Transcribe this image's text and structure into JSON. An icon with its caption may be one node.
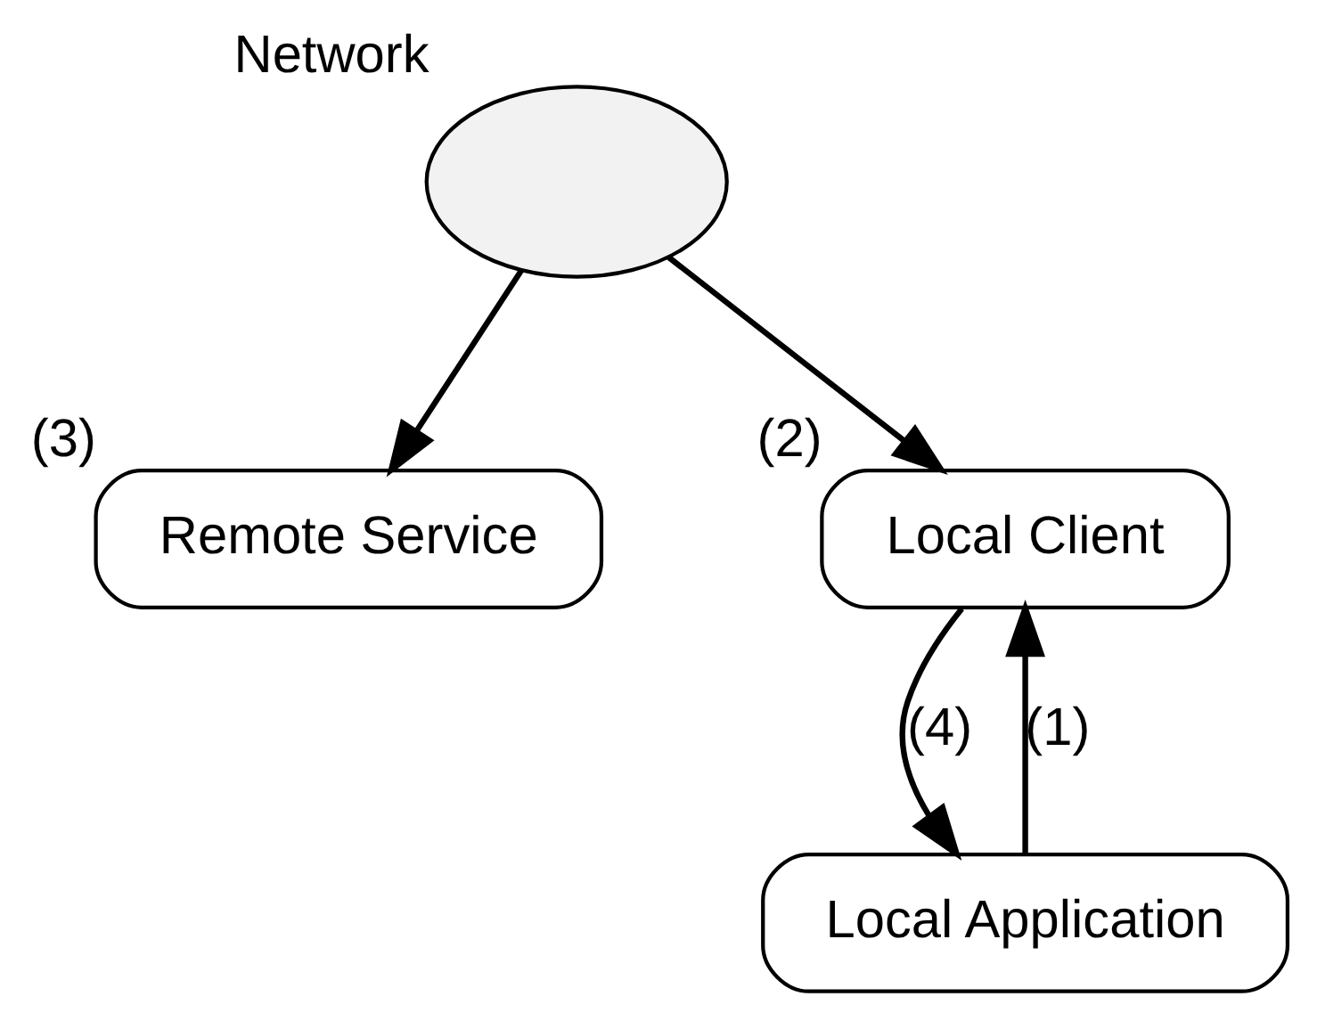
{
  "diagram": {
    "nodes": [
      {
        "text": [
          "Remote Service"
        ],
        "beside": [
          "(3)"
        ]
      },
      {
        "text": [],
        "shape": "cloud",
        "beside": [
          "Network"
        ]
      },
      {
        "text": [
          "Local Client"
        ],
        "beside": [
          "(2)"
        ]
      },
      {
        "text": [
          "Local Application"
        ]
      }
    ],
    "edges": [
      {
        "from": 1,
        "to": 0,
        "arrow": "to"
      },
      {
        "from": 1,
        "to": 2,
        "arrow": "to"
      },
      {
        "from": 3,
        "to": 2,
        "arrow": "to",
        "label": "(1)"
      },
      {
        "from": 2,
        "to": 3,
        "arrow": "to",
        "label": "(4)"
      }
    ]
  }
}
